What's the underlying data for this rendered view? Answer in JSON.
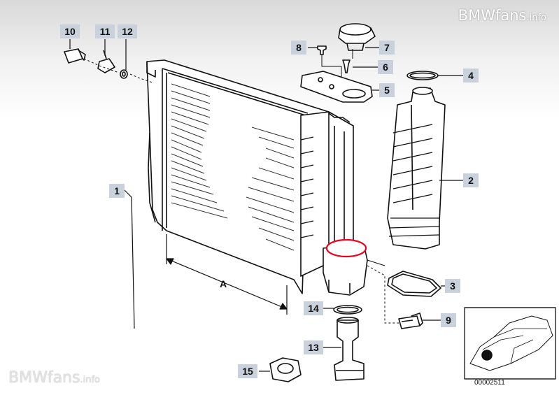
{
  "watermark": {
    "top_brand": "BMWfans",
    "top_suffix": ".info",
    "bottom_brand": "BMWfans",
    "bottom_suffix": ".info"
  },
  "diagram": {
    "dimension_label": "A",
    "reference_number": "00002511",
    "callouts": [
      {
        "id": "1",
        "label": "1"
      },
      {
        "id": "2",
        "label": "2"
      },
      {
        "id": "3",
        "label": "3"
      },
      {
        "id": "4",
        "label": "4"
      },
      {
        "id": "5",
        "label": "5"
      },
      {
        "id": "6",
        "label": "6"
      },
      {
        "id": "7",
        "label": "7"
      },
      {
        "id": "8",
        "label": "8"
      },
      {
        "id": "9",
        "label": "9"
      },
      {
        "id": "10",
        "label": "10"
      },
      {
        "id": "11",
        "label": "11"
      },
      {
        "id": "12",
        "label": "12"
      },
      {
        "id": "13",
        "label": "13"
      },
      {
        "id": "14",
        "label": "14"
      },
      {
        "id": "15",
        "label": "15"
      }
    ],
    "colors": {
      "highlight": "#e8001c",
      "callout_bg": "#c9d2dc",
      "line": "#111111"
    }
  }
}
